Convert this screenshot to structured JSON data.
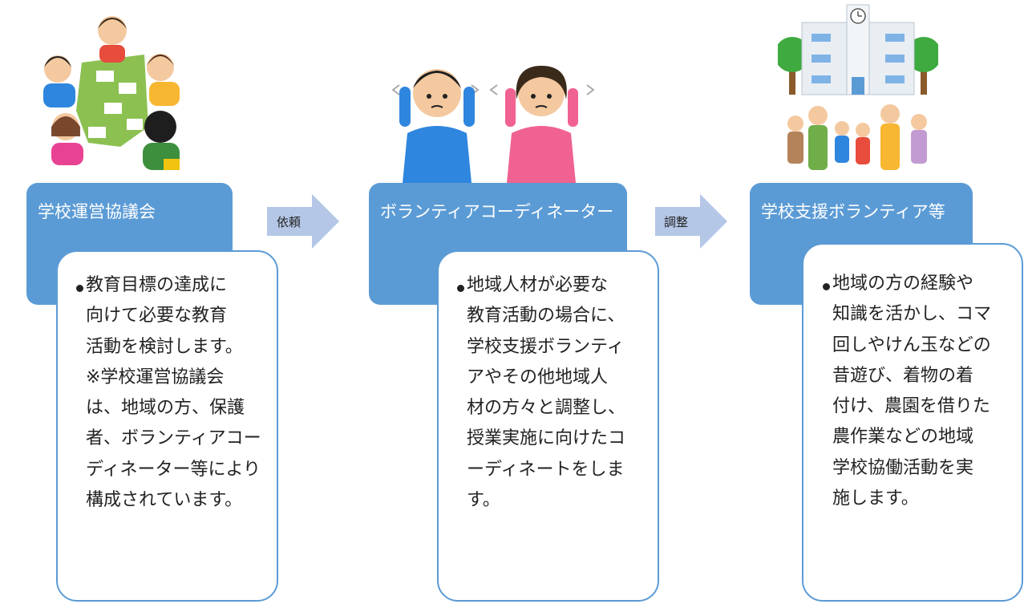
{
  "colors": {
    "accent": "#5b9bd5",
    "arrow": "#b4c7e7",
    "text": "#222222"
  },
  "columns": [
    {
      "heading": "学校運営協議会",
      "illustration": "meeting-people-icon",
      "body": "教育目標の達成に\n向けて必要な教育\n活動を検討します。\n※学校運営協議会\nは、地域の方、保護\n者、ボランティアコー\nディネーター等により\n構成されています。"
    },
    {
      "heading": "ボランティアコーディネーター",
      "illustration": "thinking-coordinators-icon",
      "body": "地域人材が必要な\n教育活動の場合に、\n学校支援ボランティ\nアやその他地域人\n材の方々と調整し、\n授業実施に向けたコ\nーディネートをします。"
    },
    {
      "heading": "学校支援ボランティア等",
      "illustration": "school-community-icon",
      "body": "地域の方の経験や\n知識を活かし、コマ\n回しやけん玉などの\n昔遊び、着物の着\n付け、農園を借りた\n農作業などの地域\n学校協働活動を実\n施します。"
    }
  ],
  "arrows": [
    {
      "label": "依頼",
      "icon": "right-arrow-icon"
    },
    {
      "label": "調整",
      "icon": "right-arrow-icon"
    }
  ]
}
